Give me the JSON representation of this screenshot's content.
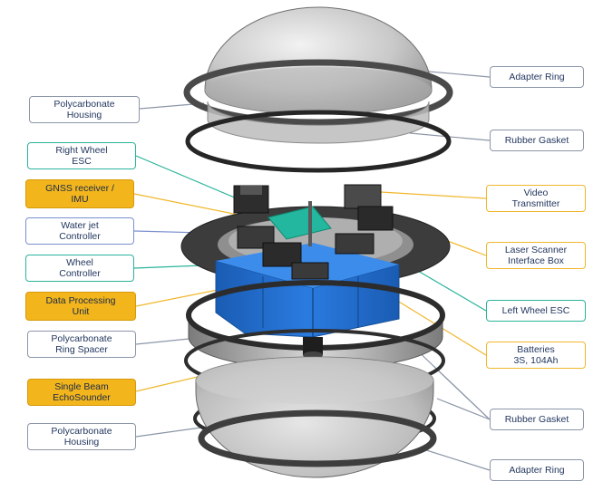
{
  "labels": {
    "polycarbonate_housing_top": "Polycarbonate\nHousing",
    "right_wheel_esc": "Right Wheel\nESC",
    "gnss_receiver_imu": "GNSS receiver /\nIMU",
    "waterjet_controller": "Water jet\nController",
    "wheel_controller": "Wheel\nController",
    "data_processing_unit": "Data Processing\nUnit",
    "polycarbonate_ring_spacer": "Polycarbonate\nRing Spacer",
    "single_beam_echosounder": "Single Beam\nEchoSounder",
    "polycarbonate_housing_bottom": "Polycarbonate\nHousing",
    "adapter_ring_top": "Adapter Ring",
    "rubber_gasket_top": "Rubber Gasket",
    "video_transmitter": "Video\nTransmitter",
    "laser_scanner_interface_box": "Laser Scanner\nInterface Box",
    "left_wheel_esc": "Left Wheel ESC",
    "batteries": "Batteries\n3S, 104Ah",
    "rubber_gasket_bottom": "Rubber Gasket",
    "adapter_ring_bottom": "Adapter Ring"
  },
  "colors": {
    "callout_gray": "#8c96a8",
    "callout_teal": "#2bb39b",
    "callout_yellow": "#f2b51c",
    "battery_blue": "#1f6fd1",
    "label_text": "#23375f"
  }
}
